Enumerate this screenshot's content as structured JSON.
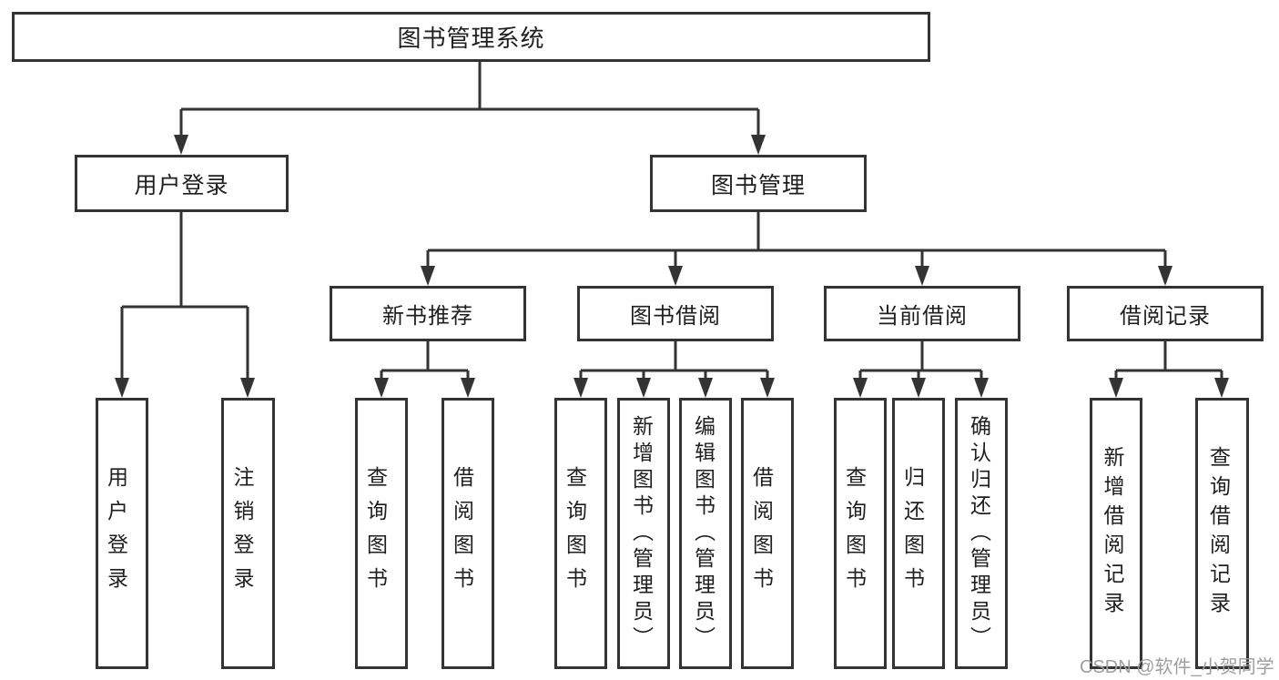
{
  "tree": {
    "label": "图书管理系统",
    "children": [
      {
        "label": "用户登录",
        "children": [
          {
            "label": "用户登录"
          },
          {
            "label": "注销登录"
          }
        ]
      },
      {
        "label": "图书管理",
        "children": [
          {
            "label": "新书推荐",
            "children": [
              {
                "label": "查询图书"
              },
              {
                "label": "借阅图书"
              }
            ]
          },
          {
            "label": "图书借阅",
            "children": [
              {
                "label": "查询图书"
              },
              {
                "label": "新增图书（管理员）"
              },
              {
                "label": "编辑图书（管理员）"
              },
              {
                "label": "借阅图书"
              }
            ]
          },
          {
            "label": "当前借阅",
            "children": [
              {
                "label": "查询图书"
              },
              {
                "label": "归还图书"
              },
              {
                "label": "确认归还（管理员）"
              }
            ]
          },
          {
            "label": "借阅记录",
            "children": [
              {
                "label": "新增借阅记录"
              },
              {
                "label": "查询借阅记录"
              }
            ]
          }
        ]
      }
    ]
  },
  "watermark": "CSDN @软件_小贺同学",
  "colors": {
    "line": "#333333",
    "box_border": "#333333",
    "text": "#1f1f1f",
    "watermark": "#9e9e9e",
    "background": "#ffffff"
  }
}
